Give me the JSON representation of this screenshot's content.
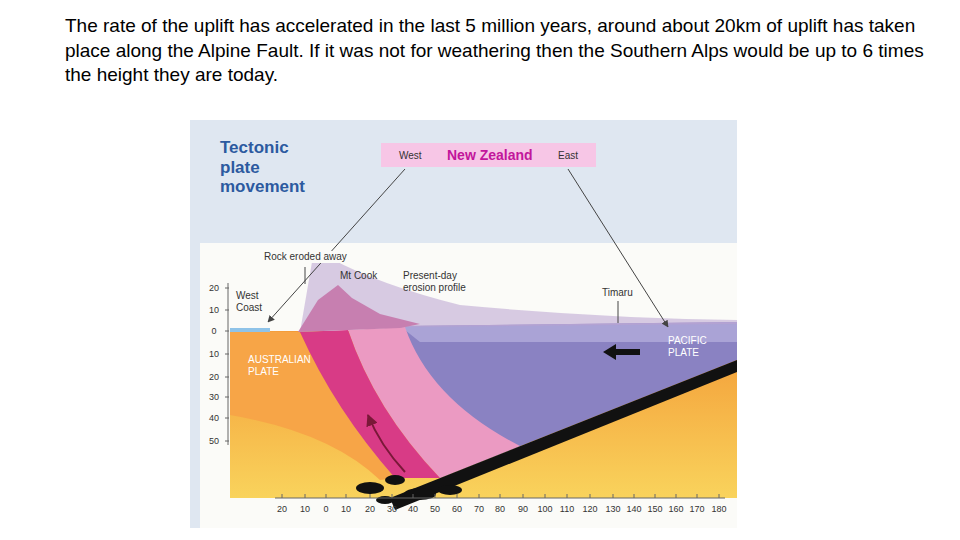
{
  "diagram": {
    "title": "Tectonic plate movement",
    "nodes": [
      {
        "text": [
          "West",
          "New Zealand",
          "East"
        ]
      }
    ],
    "labels": [
      "The rate of the uplift has accelerated in the last 5 million years, around about 20km of uplift has taken place along the Alpine Fault. If it was not for weathering then the Southern Alps would be up to 6 times the height they are today.",
      "Rock eroded away",
      "Mt Cook",
      "Present-day erosion profile",
      "West Coast",
      "Timaru",
      "AUSTRALIAN PLATE",
      "PACIFIC PLATE",
      "20",
      "10",
      "0",
      "10",
      "20",
      "30",
      "40",
      "50",
      "20",
      "10",
      "0",
      "10",
      "20",
      "30",
      "40",
      "50",
      "60",
      "70",
      "80",
      "90",
      "100",
      "110",
      "120",
      "130",
      "140",
      "150",
      "160",
      "170",
      "180"
    ]
  }
}
